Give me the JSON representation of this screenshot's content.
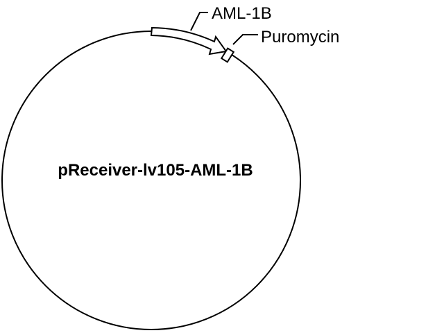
{
  "plasmid": {
    "name": "pReceiver-lv105-AML-1B"
  },
  "features": [
    {
      "id": "aml-1b",
      "label": "AML-1B",
      "shape": "arrow"
    },
    {
      "id": "puromycin",
      "label": "Puromycin",
      "shape": "box"
    }
  ],
  "colors": {
    "stroke": "#000000",
    "fill": "#ffffff",
    "text": "#000000"
  }
}
